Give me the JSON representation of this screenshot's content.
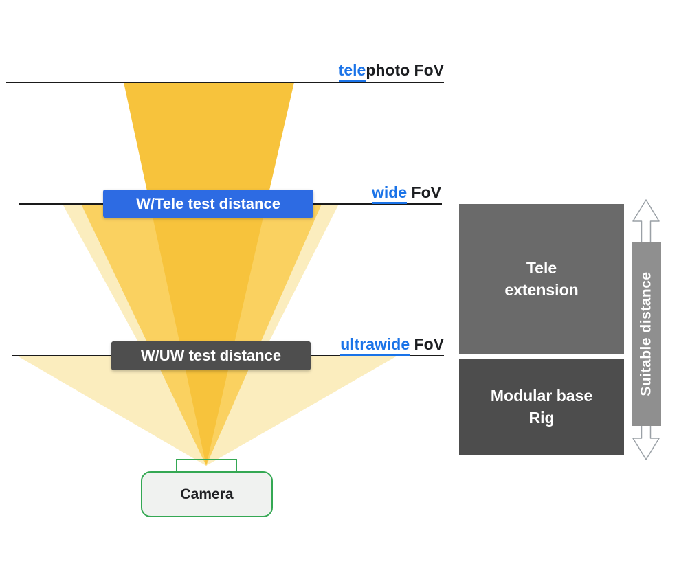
{
  "fov": {
    "telephoto": {
      "highlight": "tele",
      "rest": "photo FoV"
    },
    "wide": {
      "highlight": "wide",
      "rest": " FoV"
    },
    "ultrawide": {
      "highlight": "ultrawide",
      "rest": " FoV"
    }
  },
  "badges": {
    "wtele": "W/Tele test distance",
    "wuw": "W/UW test distance"
  },
  "camera": "Camera",
  "rig": {
    "tele_extension": "Tele extension",
    "modular_base": "Modular base Rig",
    "arrow": "Suitable distance"
  },
  "colors": {
    "accent_blue": "#1A73E8",
    "badge_blue": "#2D6BE3",
    "badge_dark": "#4E4E4E",
    "tele_cone": "#F7C33C",
    "wide_cone": "#FAD160",
    "ultrawide_cone": "#FBEDBE",
    "box_gray": "#6A6A6A",
    "box_dark_gray": "#4D4D4D",
    "arrow_box_gray": "#8F8F8F",
    "camera_green": "#34A853",
    "line_black": "#1A1A1A"
  }
}
